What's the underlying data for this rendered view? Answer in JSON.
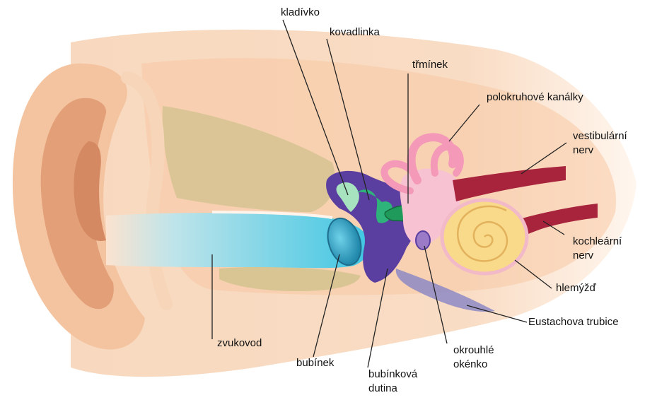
{
  "labels": {
    "kladivko": "kladívko",
    "kovadlinka": "kovadlinka",
    "triminek": "třmínek",
    "polokruhove": "polokruhové kanálky",
    "vestibularni_1": "vestibulární",
    "vestibularni_2": "nerv",
    "kochlearni_1": "kochleární",
    "kochlearni_2": "nerv",
    "hlemyzd": "hlemýžď",
    "eustachova": "Eustachova trubice",
    "okrouhle_1": "okrouhlé",
    "okrouhle_2": "okénko",
    "bubinkova_1": "bubínková",
    "bubinkova_2": "dutina",
    "bubinek": "bubínek",
    "zvukovod": "zvukovod"
  },
  "colors": {
    "skin_light": "#fbe3cf",
    "skin": "#f6cfae",
    "skin_dark": "#e8a882",
    "bone": "#cfc08a",
    "canal": "#3fc6e3",
    "eardrum": "#2f9bbd",
    "middle_ear": "#5b3fa0",
    "malleus": "#a8e3c0",
    "incus": "#2eb37a",
    "stapes": "#1f9a5a",
    "semicircular": "#f4a0bc",
    "vestibule": "#f7c3d2",
    "cochlea": "#f9d98a",
    "nerve": "#a8243d",
    "line": "#222222"
  }
}
